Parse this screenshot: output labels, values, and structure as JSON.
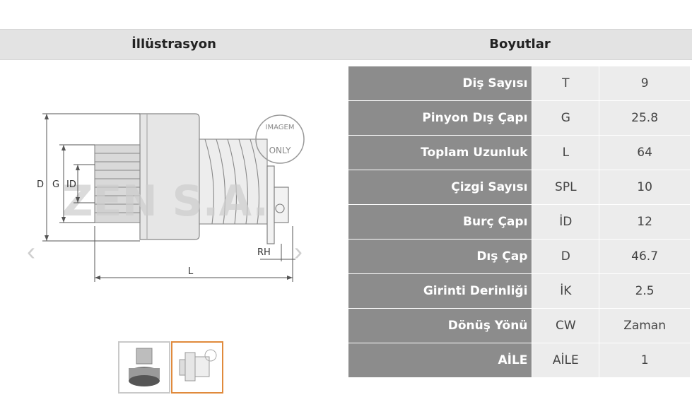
{
  "header": {
    "left_title": "İllüstrasyon",
    "right_title": "Boyutlar"
  },
  "illustration": {
    "watermark": "ZEN S.A.",
    "stamp_top": "IMAGEM",
    "stamp_bottom": "ONLY",
    "dim_labels": {
      "d": "D",
      "g": "G",
      "id": "ID",
      "rh": "RH",
      "l": "L"
    }
  },
  "specs": [
    {
      "label": "Diş Sayısı",
      "code": "T",
      "value": "9"
    },
    {
      "label": "Pinyon Dış Çapı",
      "code": "G",
      "value": "25.8"
    },
    {
      "label": "Toplam Uzunluk",
      "code": "L",
      "value": "64"
    },
    {
      "label": "Çizgi Sayısı",
      "code": "SPL",
      "value": "10"
    },
    {
      "label": "Burç Çapı",
      "code": "İD",
      "value": "12"
    },
    {
      "label": "Dış Çap",
      "code": "D",
      "value": "46.7"
    },
    {
      "label": "Girinti Derinliği",
      "code": "İK",
      "value": "2.5"
    },
    {
      "label": "Dönüş Yönü",
      "code": "CW",
      "value": "Zaman"
    },
    {
      "label": "AİLE",
      "code": "AİLE",
      "value": "1"
    }
  ],
  "thumbnails": [
    {
      "name": "photo-thumbnail",
      "selected": false
    },
    {
      "name": "drawing-thumbnail",
      "selected": true
    }
  ],
  "colors": {
    "label_bg": "#8c8c8c",
    "cell_bg": "#ececec",
    "header_bg": "#e3e3e3",
    "selected_thumb": "#e08a3c"
  }
}
